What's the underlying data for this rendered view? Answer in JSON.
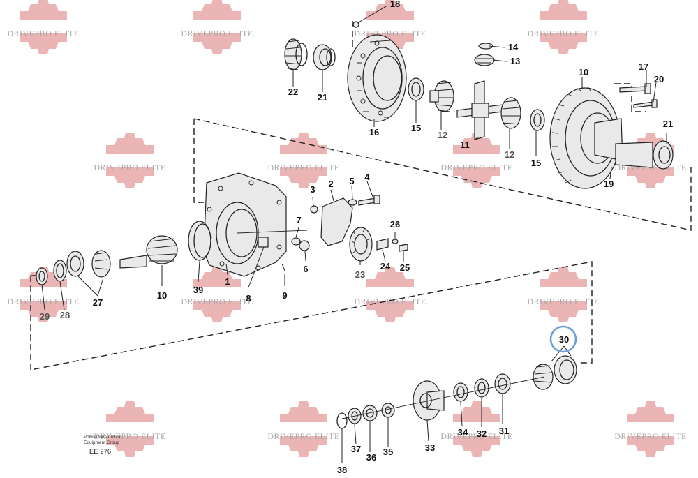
{
  "watermark": {
    "text": "DRIVEPRO ELITE",
    "color": "#e8a8a8"
  },
  "highlight_color": "#6d9ed8",
  "callouts": [
    {
      "id": "18",
      "label": "18"
    },
    {
      "id": "14",
      "label": "14"
    },
    {
      "id": "13",
      "label": "13"
    },
    {
      "id": "10a",
      "label": "10"
    },
    {
      "id": "17",
      "label": "17"
    },
    {
      "id": "20",
      "label": "20"
    },
    {
      "id": "22",
      "label": "22"
    },
    {
      "id": "21a",
      "label": "21"
    },
    {
      "id": "16",
      "label": "16"
    },
    {
      "id": "15a",
      "label": "15"
    },
    {
      "id": "12a",
      "label": "12"
    },
    {
      "id": "11",
      "label": "11"
    },
    {
      "id": "12b",
      "label": "12"
    },
    {
      "id": "15b",
      "label": "15"
    },
    {
      "id": "21b",
      "label": "21"
    },
    {
      "id": "19",
      "label": "19"
    },
    {
      "id": "3",
      "label": "3"
    },
    {
      "id": "2",
      "label": "2"
    },
    {
      "id": "5",
      "label": "5"
    },
    {
      "id": "4",
      "label": "4"
    },
    {
      "id": "7",
      "label": "7"
    },
    {
      "id": "26",
      "label": "26"
    },
    {
      "id": "6",
      "label": "6"
    },
    {
      "id": "24",
      "label": "24"
    },
    {
      "id": "25",
      "label": "25"
    },
    {
      "id": "23",
      "label": "23"
    },
    {
      "id": "1",
      "label": "1"
    },
    {
      "id": "8",
      "label": "8"
    },
    {
      "id": "9",
      "label": "9"
    },
    {
      "id": "39",
      "label": "39"
    },
    {
      "id": "10b",
      "label": "10"
    },
    {
      "id": "27",
      "label": "27"
    },
    {
      "id": "29",
      "label": "29"
    },
    {
      "id": "28",
      "label": "28"
    },
    {
      "id": "30",
      "label": "30"
    },
    {
      "id": "34",
      "label": "34"
    },
    {
      "id": "32",
      "label": "32"
    },
    {
      "id": "31",
      "label": "31"
    },
    {
      "id": "33",
      "label": "33"
    },
    {
      "id": "37",
      "label": "37"
    },
    {
      "id": "36",
      "label": "36"
    },
    {
      "id": "35",
      "label": "35"
    },
    {
      "id": "38",
      "label": "38"
    }
  ],
  "footer": {
    "publisher_line1": "Volvo Construction",
    "publisher_line2": "Equipment Group",
    "reference": "EE 276"
  }
}
